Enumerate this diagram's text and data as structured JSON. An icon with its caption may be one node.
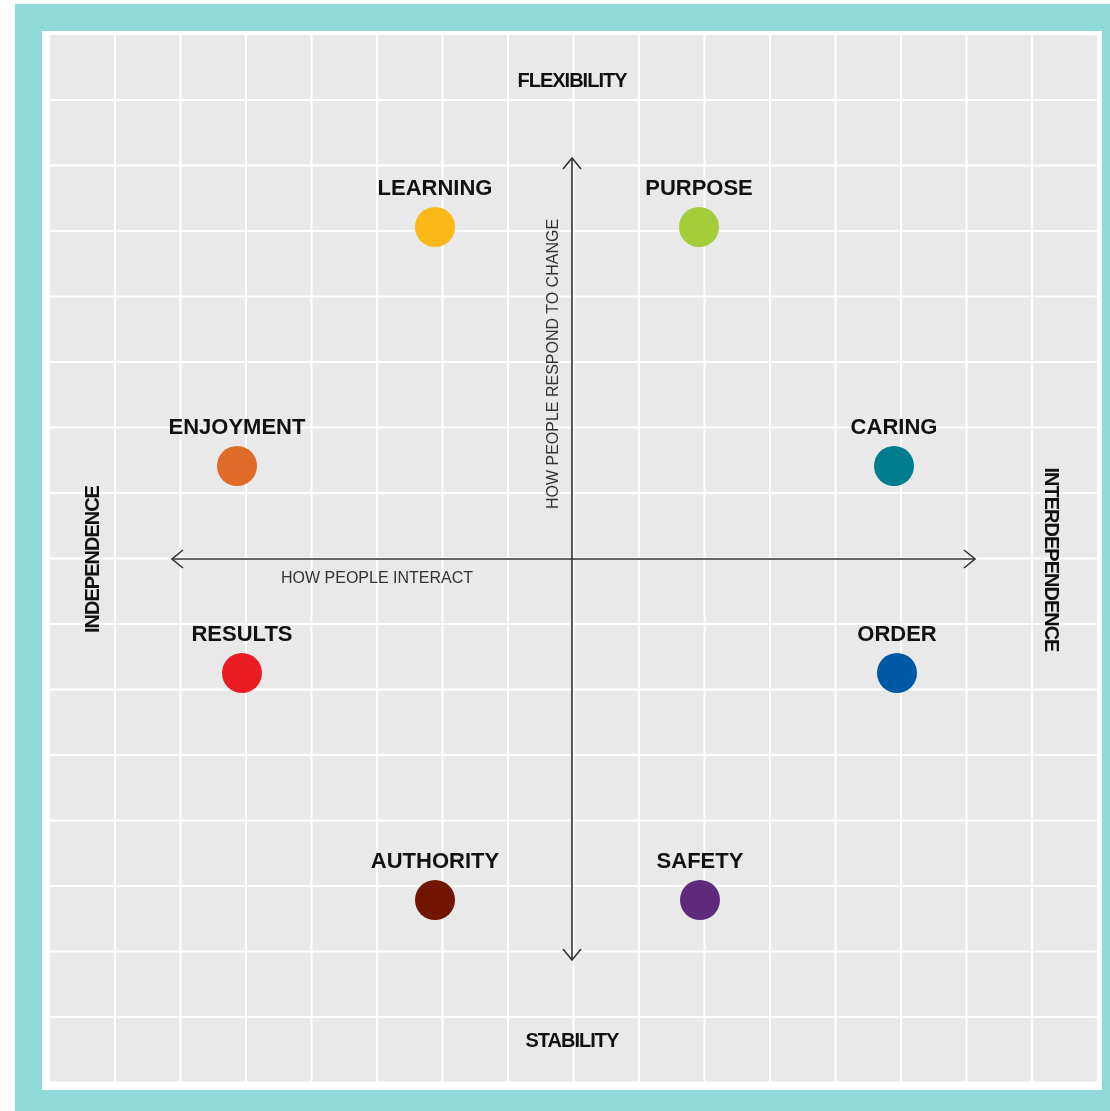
{
  "diagram": {
    "nodes": [
      {
        "text": [
          "LEARNING"
        ]
      },
      {
        "text": [
          "PURPOSE"
        ]
      },
      {
        "text": [
          "ENJOYMENT"
        ]
      },
      {
        "text": [
          "CARING"
        ]
      },
      {
        "text": [
          "RESULTS"
        ]
      },
      {
        "text": [
          "ORDER"
        ]
      },
      {
        "text": [
          "AUTHORITY"
        ]
      },
      {
        "text": [
          "SAFETY"
        ]
      }
    ],
    "edges": [],
    "labels": [
      "FLEXIBILITY",
      "HOW PEOPLE RESPOND TO CHANGE",
      "INDEPENDENCE",
      "INTERDEPENDENCE",
      "HOW PEOPLE INTERACT",
      "STABILITY"
    ]
  }
}
